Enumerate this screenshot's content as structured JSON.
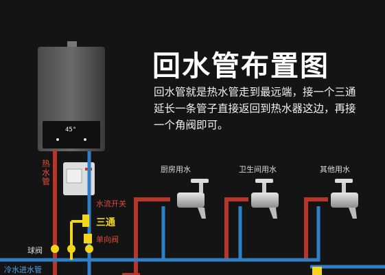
{
  "title": "回水管布置图",
  "description": "回水管就是热水管走到最远端，接一个三通延长一条管子直接返回到热水器这边，再接一个角阀即可。",
  "labels": {
    "hot_water_pipe": "热水管",
    "kitchen": "厨房用水",
    "bathroom": "卫生间用水",
    "other": "其他用水",
    "flow_switch": "水流开关",
    "tee": "三通",
    "check_valve": "单向阀",
    "ball_valve": "球阀",
    "cold_inlet": "冷水进水管"
  },
  "heater_display": "45°",
  "colors": {
    "hot_pipe": "#b8352c",
    "cold_pipe": "#2f7fc7",
    "valve": "#f2d51c",
    "background": "#141414"
  }
}
